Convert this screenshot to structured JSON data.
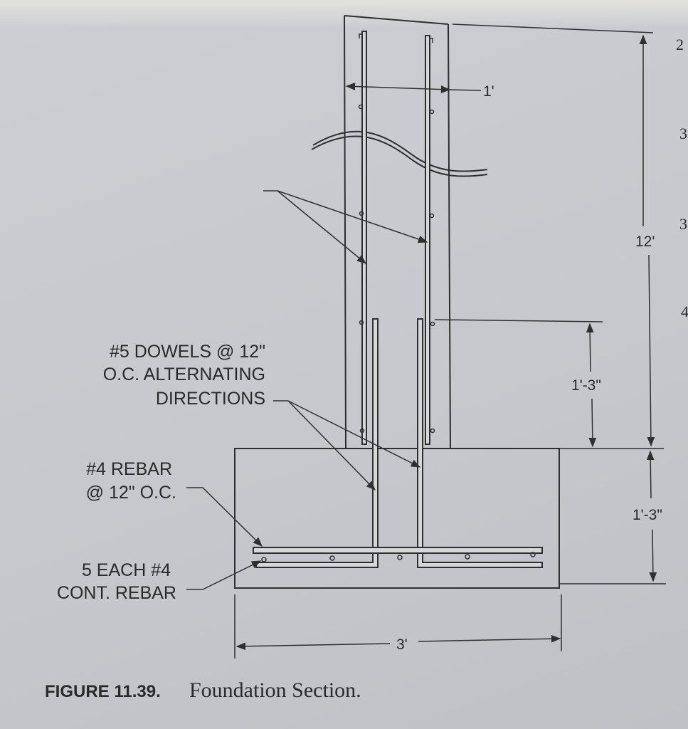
{
  "labels": {
    "dowels_line1": "#5 DOWELS @ 12\"",
    "dowels_line2": "O.C. ALTERNATING",
    "dowels_line3": "DIRECTIONS",
    "rebar_line1": "#4 REBAR",
    "rebar_line2": "@ 12\" O.C.",
    "cont_line1": "5 EACH #4",
    "cont_line2": "CONT. REBAR"
  },
  "dimensions": {
    "wall_thickness": "1'",
    "wall_height": "12'",
    "dowel_lap": "1'-3\"",
    "footing_depth": "1'-3\"",
    "footing_width": "3'"
  },
  "caption": {
    "figure": "FIGURE 11.39.",
    "title": "Foundation Section."
  },
  "edge_marks": [
    "2",
    "3",
    "3",
    "4"
  ]
}
